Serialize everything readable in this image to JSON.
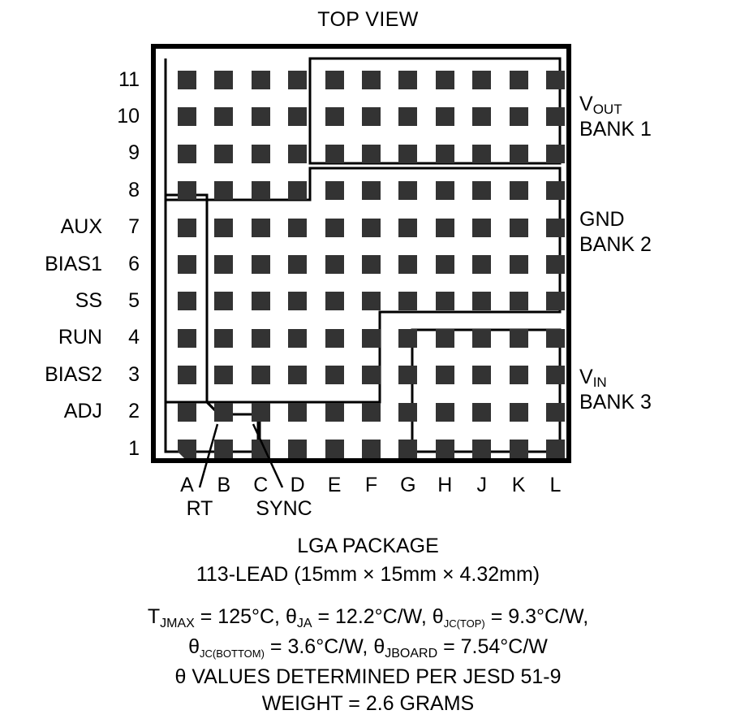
{
  "title": "TOP VIEW",
  "package": {
    "columns": [
      "A",
      "B",
      "C",
      "D",
      "E",
      "F",
      "G",
      "H",
      "J",
      "K",
      "L"
    ],
    "rows": [
      "11",
      "10",
      "9",
      "8",
      "7",
      "6",
      "5",
      "4",
      "3",
      "2",
      "1"
    ],
    "row_pin_names": {
      "7": "AUX",
      "6": "BIAS1",
      "5": "SS",
      "4": "RUN",
      "3": "BIAS2",
      "2": "ADJ"
    },
    "pad_color": "#333333",
    "pin_one": "A1"
  },
  "banks": [
    {
      "id": "bank1",
      "signal": "V",
      "signal_sub": "OUT",
      "name": "BANK 1"
    },
    {
      "id": "bank2",
      "signal": "GND",
      "signal_sub": "",
      "name": "BANK 2"
    },
    {
      "id": "bank3",
      "signal": "V",
      "signal_sub": "IN",
      "name": "BANK 3"
    }
  ],
  "callouts": [
    {
      "label": "RT",
      "pin": "B1"
    },
    {
      "label": "SYNC",
      "pin": "C1"
    }
  ],
  "caption": {
    "line1": "LGA PACKAGE",
    "line2": "113-LEAD (15mm × 15mm × 4.32mm)",
    "thermal_line1_a": "T",
    "thermal_line1_a_sub": "JMAX",
    "thermal_line1_b": " = 125°C, ",
    "thermal_line1_c": "θ",
    "thermal_line1_c_sub": "JA",
    "thermal_line1_d": " = 12.2°C/W, ",
    "thermal_line1_e": "θ",
    "thermal_line1_e_sub": "JC(TOP)",
    "thermal_line1_f": " = 9.3°C/W,",
    "thermal_line2_a": "θ",
    "thermal_line2_a_sub": "JC(BOTTOM)",
    "thermal_line2_b": " = 3.6°C/W, ",
    "thermal_line2_c": "θ",
    "thermal_line2_c_sub": "JBOARD",
    "thermal_line2_d": " = 7.54°C/W",
    "line5": "θ VALUES DETERMINED PER JESD 51-9",
    "line6": "WEIGHT = 2.6 GRAMS"
  }
}
